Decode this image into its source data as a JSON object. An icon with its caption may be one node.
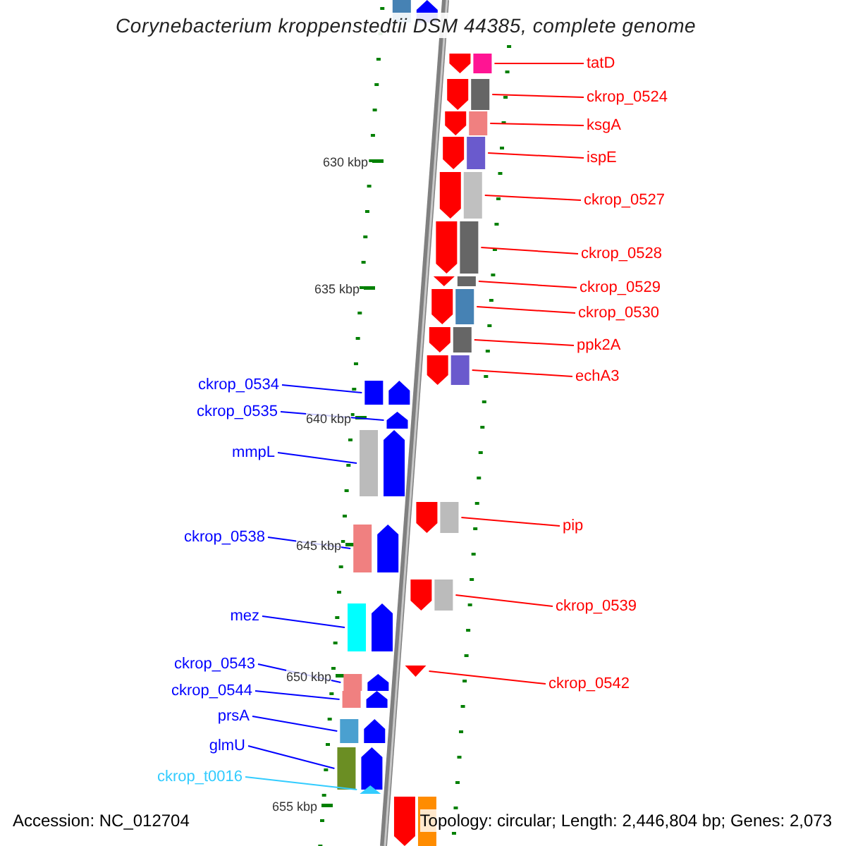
{
  "diagram": {
    "title": "Corynebacterium kroppenstedtii DSM 44385, complete genome",
    "nodes": [
      {
        "text": [
          "tatD"
        ]
      },
      {
        "text": [
          "ckrop_0524"
        ]
      },
      {
        "text": [
          "ksgA"
        ]
      },
      {
        "text": [
          "ispE"
        ]
      },
      {
        "text": [
          "ckrop_0527"
        ]
      },
      {
        "text": [
          "ckrop_0528"
        ]
      },
      {
        "text": [
          "ckrop_0529"
        ]
      },
      {
        "text": [
          "ckrop_0530"
        ]
      },
      {
        "text": [
          "ppk2A"
        ]
      },
      {
        "text": [
          "echA3"
        ]
      },
      {
        "text": [
          "ckrop_0534"
        ]
      },
      {
        "text": [
          "ckrop_0535"
        ]
      },
      {
        "text": [
          "mmpL"
        ]
      },
      {
        "text": [
          "pip"
        ]
      },
      {
        "text": [
          "ckrop_0538"
        ]
      },
      {
        "text": [
          "ckrop_0539"
        ]
      },
      {
        "text": [
          "mez"
        ]
      },
      {
        "text": [
          "ckrop_0543"
        ]
      },
      {
        "text": [
          "ckrop_0542"
        ]
      },
      {
        "text": [
          "ckrop_0544"
        ]
      },
      {
        "text": [
          "prsA"
        ]
      },
      {
        "text": [
          "glmU"
        ]
      },
      {
        "text": [
          "ckrop_t0016"
        ]
      },
      {
        "text": [],
        "shape": "bar"
      },
      {
        "text": [],
        "shape": "bar"
      },
      {
        "text": [],
        "shape": "bar"
      },
      {
        "text": [],
        "shape": "bar"
      },
      {
        "text": [],
        "shape": "bar"
      },
      {
        "text": [],
        "shape": "bar"
      },
      {
        "text": [],
        "shape": "triangle"
      },
      {
        "text": [],
        "shape": "bar"
      },
      {
        "text": [],
        "shape": "bar"
      },
      {
        "text": [],
        "shape": "bar"
      },
      {
        "text": [],
        "shape": "bar"
      },
      {
        "text": [],
        "shape": "pentagon"
      },
      {
        "text": [],
        "shape": "bar"
      },
      {
        "text": [],
        "shape": "bar"
      },
      {
        "text": [],
        "shape": "bar"
      },
      {
        "text": [],
        "shape": "bar"
      },
      {
        "text": [],
        "shape": "bar"
      },
      {
        "text": [],
        "shape": "bar"
      },
      {
        "text": [],
        "shape": "triangle"
      },
      {
        "text": [],
        "shape": "bar"
      },
      {
        "text": [],
        "shape": "bar"
      },
      {
        "text": [],
        "shape": "bar"
      },
      {
        "text": [],
        "shape": "triangle"
      },
      {
        "text": [],
        "shape": "bar"
      },
      {
        "text": [],
        "shape": "bar"
      }
    ],
    "edges": [
      {
        "from": 0,
        "to": 23,
        "arrow": "none"
      },
      {
        "from": 1,
        "to": 24,
        "arrow": "none"
      },
      {
        "from": 2,
        "to": 25,
        "arrow": "none"
      },
      {
        "from": 3,
        "to": 26,
        "arrow": "none"
      },
      {
        "from": 4,
        "to": 27,
        "arrow": "none"
      },
      {
        "from": 5,
        "to": 28,
        "arrow": "none"
      },
      {
        "from": 6,
        "to": 29,
        "arrow": "none"
      },
      {
        "from": 7,
        "to": 30,
        "arrow": "none"
      },
      {
        "from": 8,
        "to": 31,
        "arrow": "none"
      },
      {
        "from": 9,
        "to": 32,
        "arrow": "none"
      },
      {
        "from": 10,
        "to": 33,
        "arrow": "none",
        "color": "#0000ff"
      },
      {
        "from": 11,
        "to": 34,
        "arrow": "none",
        "color": "#0000ff"
      },
      {
        "from": 12,
        "to": 35,
        "arrow": "none",
        "color": "#0000ff"
      },
      {
        "from": 13,
        "to": 36,
        "arrow": "none"
      },
      {
        "from": 14,
        "to": 37,
        "arrow": "none",
        "color": "#0000ff"
      },
      {
        "from": 15,
        "to": 38,
        "arrow": "none"
      },
      {
        "from": 16,
        "to": 39,
        "arrow": "none",
        "color": "#0000ff"
      },
      {
        "from": 17,
        "to": 40,
        "arrow": "none",
        "color": "#0000ff"
      },
      {
        "from": 18,
        "to": 41,
        "arrow": "none"
      },
      {
        "from": 19,
        "to": 42,
        "arrow": "none",
        "color": "#0000ff"
      },
      {
        "from": 20,
        "to": 43,
        "arrow": "none",
        "color": "#0000ff"
      },
      {
        "from": 21,
        "to": 44,
        "arrow": "none",
        "color": "#0000ff"
      },
      {
        "from": 22,
        "to": 45,
        "arrow": "none",
        "color": "#33ccff"
      }
    ],
    "labels": [
      "630 kbp",
      "635 kbp",
      "640 kbp",
      "645 kbp",
      "650 kbp",
      "655 kbp",
      "Accession: NC_012704",
      "Topology: circular; Length: 2,446,804 bp; Genes: 2,073"
    ]
  }
}
